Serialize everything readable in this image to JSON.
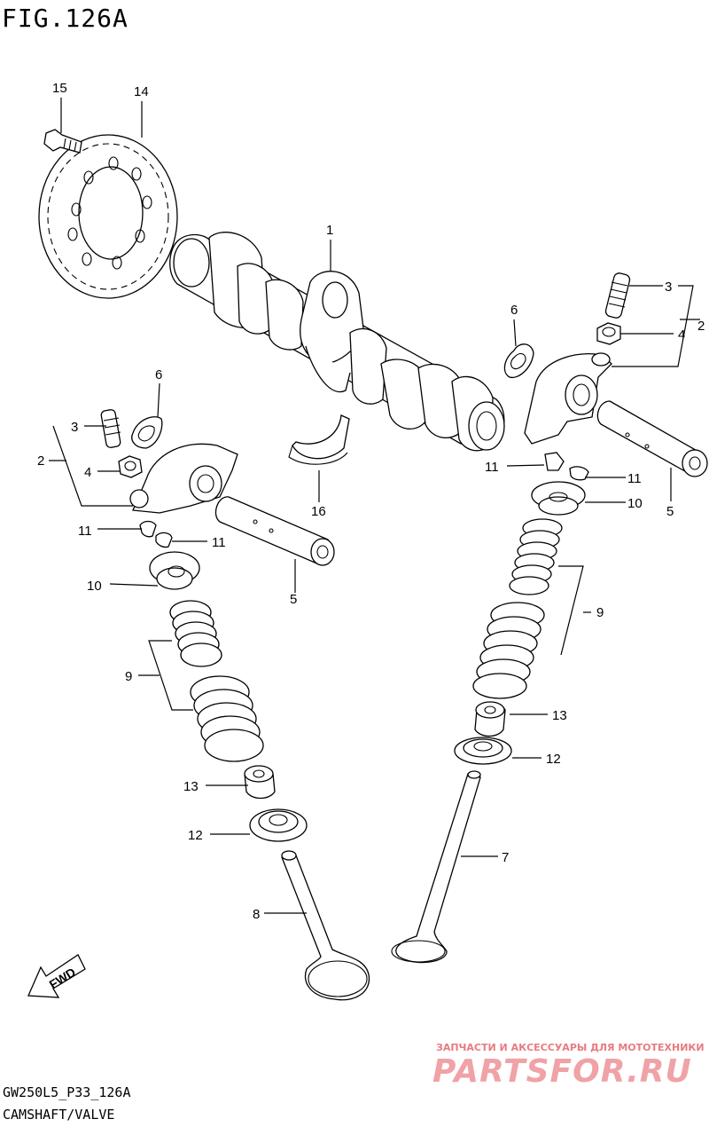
{
  "figure": {
    "title": "FIG.126A"
  },
  "footer": {
    "model_code": "GW250L5_P33_126A",
    "section": "CAMSHAFT/VALVE"
  },
  "fwd_label": "FWD",
  "watermark": {
    "tagline": "ЗАПЧАСТИ И АКСЕССУАРЫ ДЛЯ МОТОТЕХНИКИ",
    "site": "PARTSFOR.RU"
  },
  "callouts": {
    "n1": "1",
    "n2a": "2",
    "n2b": "2",
    "n3a": "3",
    "n3b": "3",
    "n4a": "4",
    "n4b": "4",
    "n5a": "5",
    "n5b": "5",
    "n6a": "6",
    "n6b": "6",
    "n7": "7",
    "n8": "8",
    "n9a": "9",
    "n9b": "9",
    "n10a": "10",
    "n10b": "10",
    "n11a": "11",
    "n11b": "11",
    "n11c": "11",
    "n11d": "11",
    "n12a": "12",
    "n12b": "12",
    "n13a": "13",
    "n13b": "13",
    "n14": "14",
    "n15": "15",
    "n16": "16"
  }
}
